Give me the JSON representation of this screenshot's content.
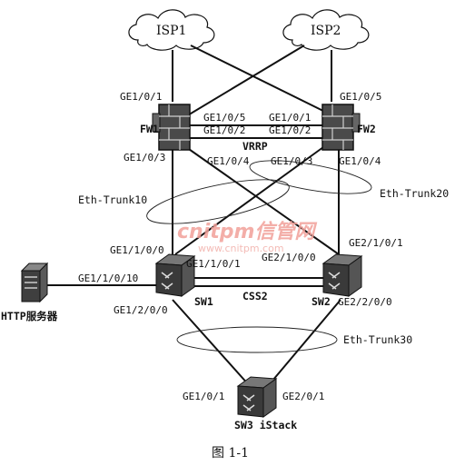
{
  "clouds": {
    "isp1": "ISP1",
    "isp2": "ISP2"
  },
  "devices": {
    "fw1": "FW1",
    "fw2": "FW2",
    "sw1": "SW1",
    "sw2": "SW2",
    "sw3": "SW3 iStack",
    "http_server": "HTTP服务器",
    "css2": "CSS2",
    "vrrp": "VRRP"
  },
  "ports": {
    "fw1_isp": "GE1/0/1",
    "fw1_to_fw2_a": "GE1/0/5",
    "fw1_to_fw2_b": "GE1/0/2",
    "fw1_down_a": "GE1/0/3",
    "fw1_down_b": "GE1/0/4",
    "fw2_isp": "GE1/0/5",
    "fw2_to_fw1_a": "GE1/0/1",
    "fw2_to_fw1_b": "GE1/0/2",
    "fw2_down_a": "GE1/0/3",
    "fw2_down_b": "GE1/0/4",
    "sw1_up_a": "GE1/1/0/0",
    "sw1_up_b": "GE1/1/0/1",
    "sw1_http": "GE1/1/0/10",
    "sw1_down": "GE1/2/0/0",
    "sw2_up_a": "GE2/1/0/0",
    "sw2_up_b": "GE2/1/0/1",
    "sw2_down": "GE2/2/0/0",
    "sw3_a": "GE1/0/1",
    "sw3_b": "GE2/0/1"
  },
  "trunks": {
    "t10": "Eth-Trunk10",
    "t20": "Eth-Trunk20",
    "t30": "Eth-Trunk30"
  },
  "watermark": {
    "logo": "cnitpm信管网",
    "url": "www.cnitpm.com"
  },
  "caption": "图 1-1"
}
